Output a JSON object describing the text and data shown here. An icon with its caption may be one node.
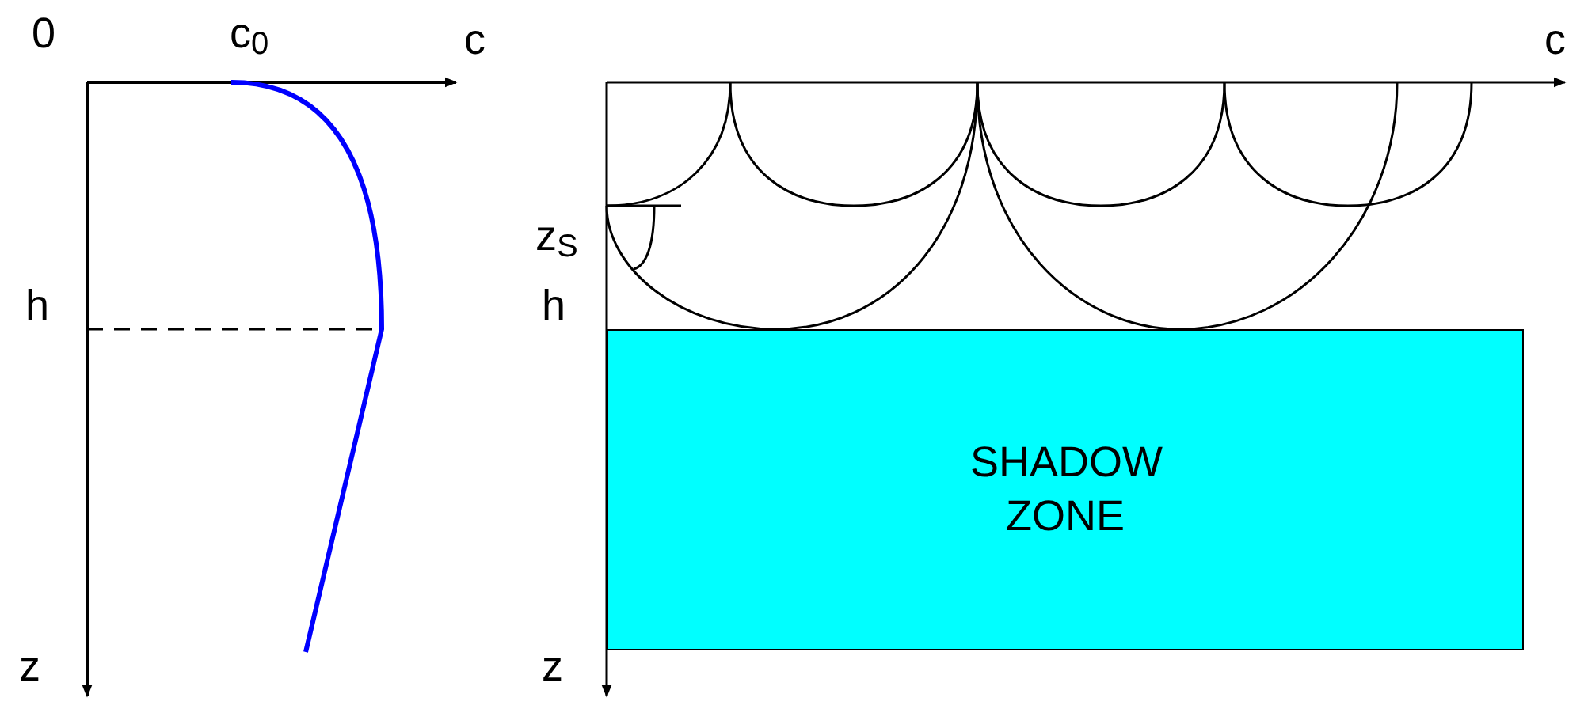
{
  "diagram": {
    "nodes": [
      {
        "text": [
          "SHADOW ZONE"
        ]
      }
    ],
    "labels": [
      "0",
      "c$_{0}$",
      "c",
      "h",
      "z",
      "c",
      "z$_{S}$",
      "h",
      "z"
    ]
  }
}
